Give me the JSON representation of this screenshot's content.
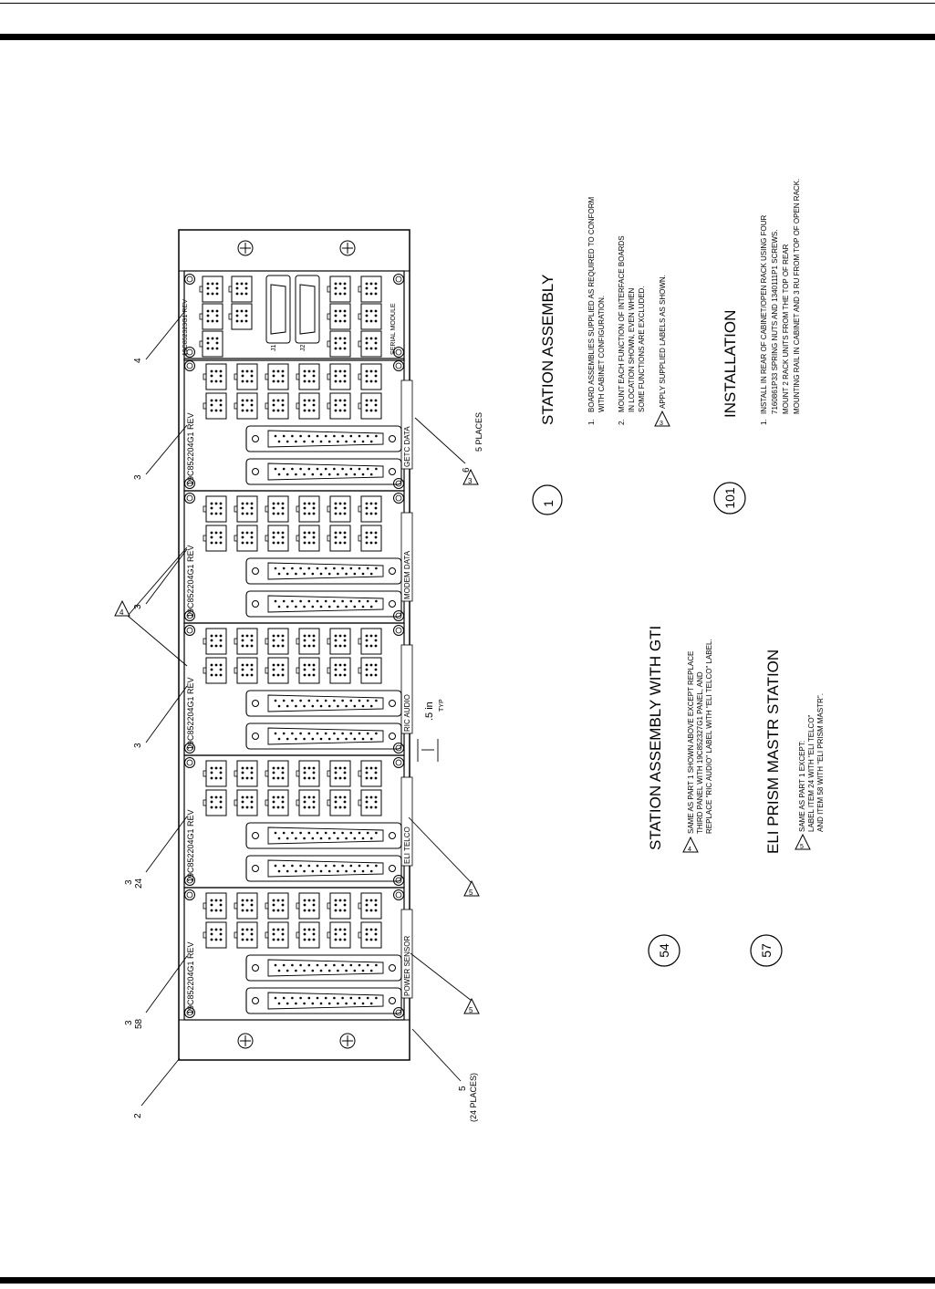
{
  "rack": {
    "panels": [
      {
        "part_no": "19C852204G1 REV",
        "label": "POWER SENSOR",
        "callout": [
          "3",
          "58"
        ]
      },
      {
        "part_no": "19C852204G1 REV",
        "label": "ELI TELCO",
        "callout": [
          "3",
          "24"
        ]
      },
      {
        "part_no": "19C852204G1 REV",
        "label": "RIC AUDIO",
        "callout": [
          "3"
        ]
      },
      {
        "part_no": "19C852204G1 REV",
        "label": "MODEM DATA",
        "callout": [
          "3"
        ]
      },
      {
        "part_no": "19C852204G1 REV",
        "label": "GETC DATA",
        "callout": [
          "3"
        ]
      }
    ],
    "serial_module": {
      "part_no": "19C852323G1 REV",
      "label": "SERIAL MODULE",
      "callout": "4",
      "conn1": "J1",
      "conn2": "J2"
    },
    "callout_rack": "2",
    "callout_screws": "5",
    "callout_screws_note": "(24 PLACES)",
    "callout_labels": "6",
    "callout_labels_note": "5 PLACES",
    "flag3": "3",
    "flag4": "4",
    "flag5": "5",
    "dimension": ".5 in",
    "dimension_note": "TYP"
  },
  "notes": {
    "station": {
      "item": "1",
      "title": "STATION ASSEMBLY",
      "n1_num": "1.",
      "n1_l1": "BOARD ASSEMBLIES SUPPLIED AS REQUIRED TO CONFORM",
      "n1_l2": "WITH CABINET CONFIGURATION.",
      "n2_num": "2.",
      "n2_l1": "MOUNT EACH FUNCTION OF INTERFACE BOARDS",
      "n2_l2": "IN LOCATION SHOWN, EVEN WHEN",
      "n2_l3": "SOME FUNCTIONS ARE EXCLUDED.",
      "n3_flag": "3",
      "n3": "APPLY SUPPLIED LABELS AS SHOWN."
    },
    "installation": {
      "item": "101",
      "title": "INSTALLATION",
      "num": "1.",
      "l1": "INSTALL IN REAR OF CABINET/OPEN RACK USING FOUR",
      "l2": "7160861P33 SPRING NUTS AND 1340111P1 SCREWS.",
      "l3": "MOUNT 2 RACK UNITS FROM THE TOP OF REAR",
      "l4": "MOUNTING RAIL IN CABINET AND 3 RU FROM TOP OF OPEN RACK."
    },
    "gti": {
      "item": "54",
      "title": "STATION ASSEMBLY WITH GTI",
      "flag": "4",
      "l1": "SAME AS PART 1 SHOWN ABOVE EXCEPT REPLACE",
      "l2": "THIRD PANEL WITH 19C852327G1 PANEL, AND",
      "l3": "REPLACE \"RIC AUDIO\" LABEL WITH \"ELI TELCO\" LABEL."
    },
    "eli": {
      "item": "57",
      "title": "ELI PRISM MASTR STATION",
      "flag": "5",
      "l1": "SAME AS PART 1 EXCEPT:",
      "l2": "LABEL ITEM 24 WITH \"ELI TELCO\"",
      "l3": "AND ITEM 58 WITH \"ELI PRISM MASTR\"."
    }
  }
}
